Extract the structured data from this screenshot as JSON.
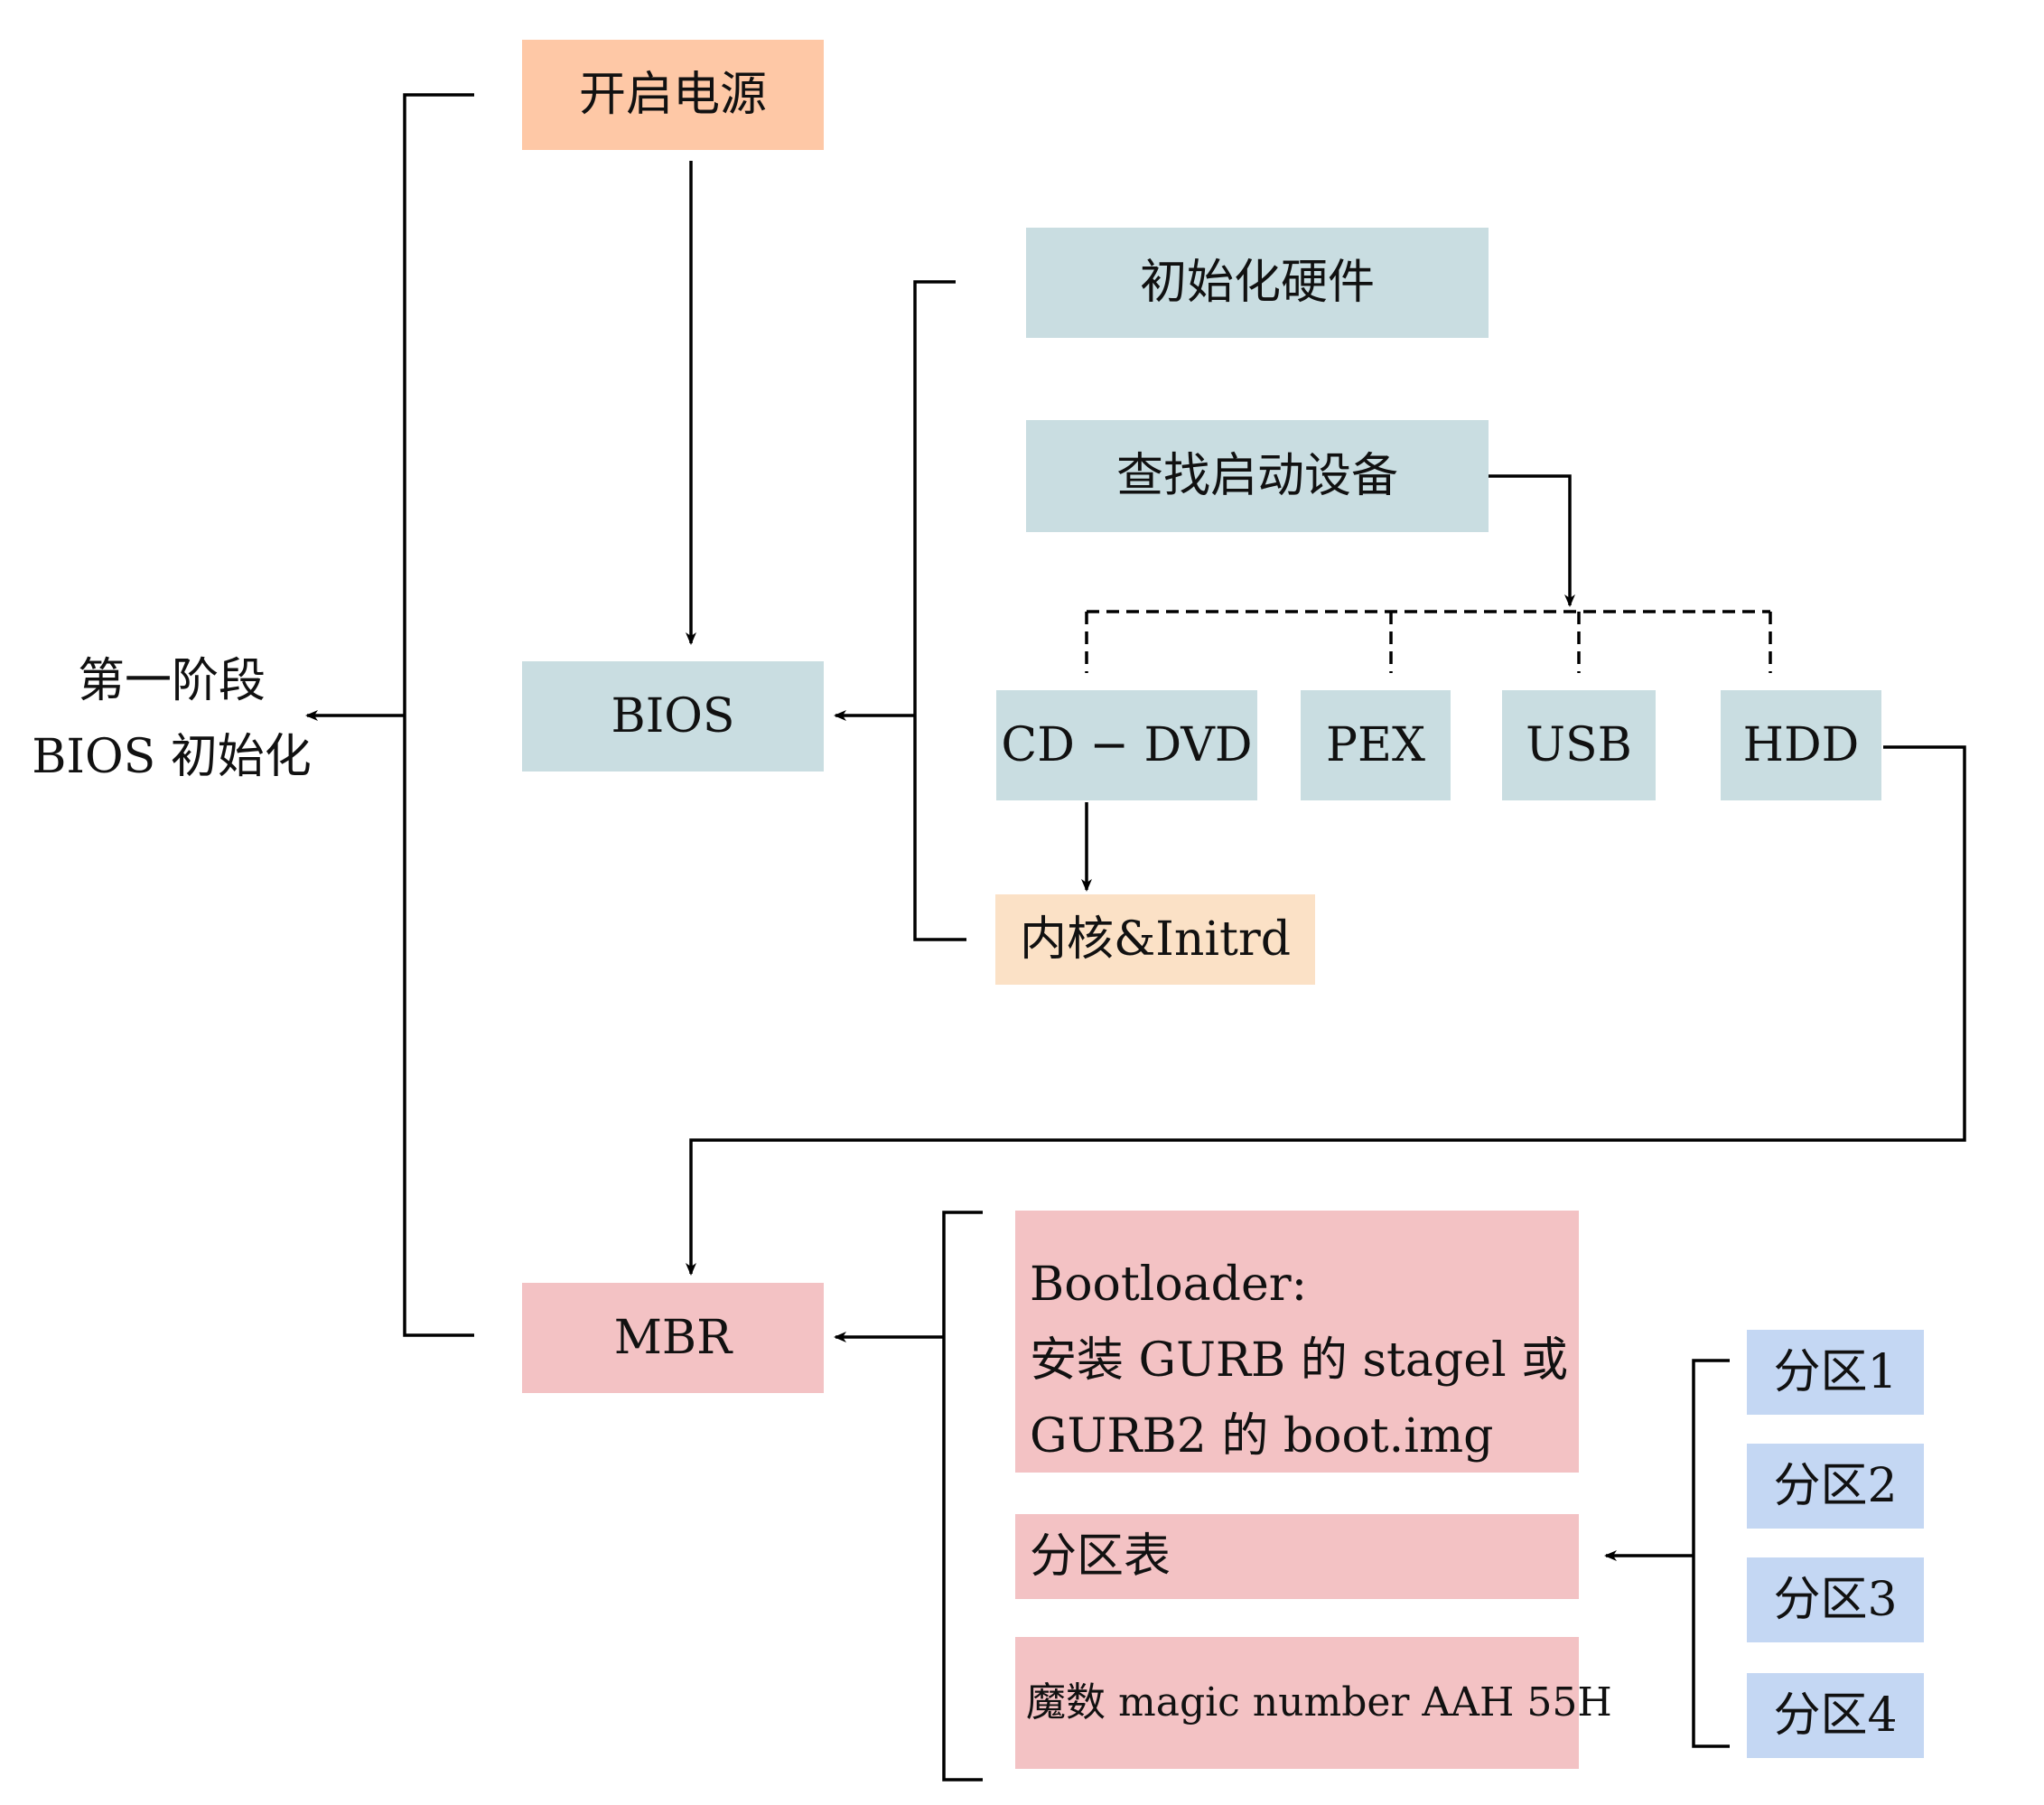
{
  "stage_label": {
    "line1": "第一阶段",
    "line2": "BIOS 初始化"
  },
  "nodes": {
    "power_on": "开启电源",
    "bios": "BIOS",
    "mbr": "MBR",
    "init_hardware": "初始化硬件",
    "find_boot_device": "查找启动设备",
    "cd_dvd": "CD − DVD",
    "pex": "PEX",
    "usb": "USB",
    "hdd": "HDD",
    "kernel_initrd": "内核&Initrd",
    "bootloader": {
      "line1": "Bootloader:",
      "line2": "安装 GURB 的 stagel 或",
      "line3": "GURB2 的 boot.img"
    },
    "partition_table": "分区表",
    "magic_number": "魔数 magic number AAH 55H",
    "partitions": [
      "分区1",
      "分区2",
      "分区3",
      "分区4"
    ]
  },
  "colors": {
    "orange": "#fec8a6",
    "peach": "#fbe1c6",
    "teal": "#c9dde1",
    "pink": "#f3c2c4",
    "blue": "#c4d7f3",
    "line": "#000000"
  }
}
